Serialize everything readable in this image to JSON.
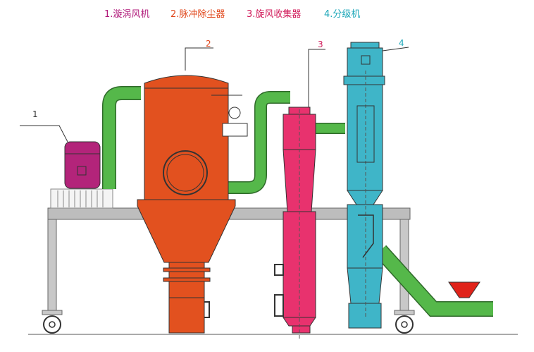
{
  "legend": [
    {
      "text": "1.漩涡风机",
      "color": "#b0197a"
    },
    {
      "text": "2.脉冲除尘器",
      "color": "#e0461a"
    },
    {
      "text": "3.旋风收集器",
      "color": "#d01858"
    },
    {
      "text": "4.分级机",
      "color": "#1aa6b8"
    }
  ],
  "callouts": {
    "c1": "1",
    "c2": "2",
    "c3": "3",
    "c4": "4"
  },
  "colors": {
    "fan": "#b3247a",
    "dust_collector": "#e2511f",
    "cyclone": "#e8326e",
    "classifier": "#3fb5c8",
    "pipe": "#55b84a",
    "hopper": "#e0231a",
    "frame": "#b9b9b9"
  }
}
